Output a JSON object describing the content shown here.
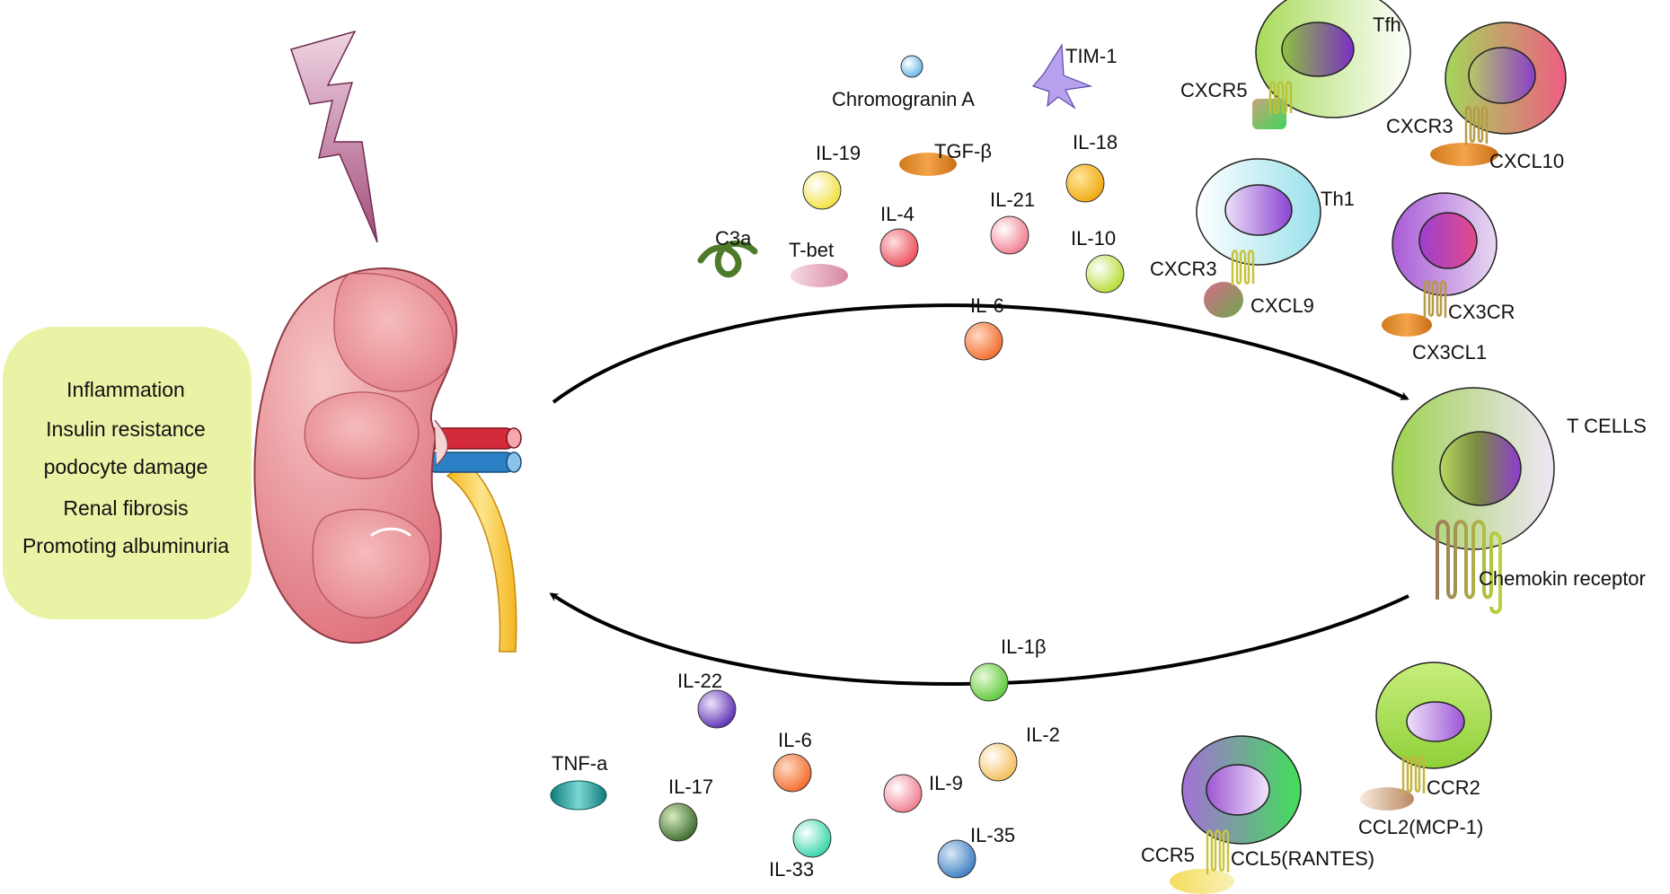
{
  "effects_box": {
    "items": [
      "Inflammation",
      "Insulin resistance",
      "podocyte damage",
      "Renal fibrosis",
      "Promoting albuminuria"
    ]
  },
  "cells": {
    "tcells": {
      "label": "T CELLS",
      "receptor": "Chemokin receptor"
    },
    "tfh": {
      "label": "Tfh",
      "receptor": "CXCR5"
    },
    "th1": {
      "label": "Th1",
      "receptor": "CXCR3",
      "ligand": "CXCL9"
    },
    "cxcr3_cell": {
      "receptor": "CXCR3",
      "ligand": "CXCL10"
    },
    "cx3cr_cell": {
      "receptor": "CX3CR",
      "ligand": "CX3CL1"
    },
    "ccr2_cell": {
      "receptor": "CCR2",
      "ligand": "CCL2(MCP-1)"
    },
    "ccr5_cell": {
      "receptor": "CCR5",
      "ligand": "CCL5(RANTES)"
    }
  },
  "molecules": {
    "chromogranin": "Chromogranin A",
    "tim1": "TIM-1",
    "il19": "IL-19",
    "tgfb": "TGF-β",
    "il18": "IL-18",
    "il4": "IL-4",
    "il21": "IL-21",
    "c3a": "C3a",
    "tbet": "T-bet",
    "il10": "IL-10",
    "il6_top": "IL-6",
    "il1b": "IL-1β",
    "il22": "IL-22",
    "il6_bottom": "IL-6",
    "il2": "IL-2",
    "tnfa": "TNF-a",
    "il17": "IL-17",
    "il9": "IL-9",
    "il35": "IL-35",
    "il33": "IL-33"
  },
  "colors": {
    "effects_box": "#eaf2a6",
    "kidney": "#e57f86",
    "artery": "#d42a3a",
    "vein": "#2b7fc4",
    "ureter": "#f5c430",
    "lightning": "#b9658f",
    "arrow": "#000000"
  }
}
